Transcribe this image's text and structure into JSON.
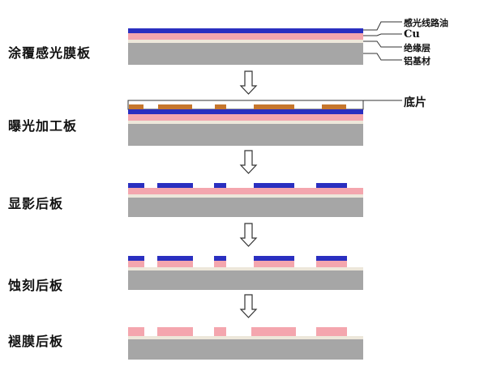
{
  "steps": [
    {
      "label": "涂覆感光膜板"
    },
    {
      "label": "曝光加工板"
    },
    {
      "label": "显影后板"
    },
    {
      "label": "蚀刻后板"
    },
    {
      "label": "褪膜后板"
    }
  ],
  "legend": {
    "photoresist": "感光线路油",
    "copper": "Cu",
    "insulation": "绝缘层",
    "aluminum": "铝基材",
    "film": "底片"
  },
  "colors": {
    "photoresist": "#2a2fc0",
    "copper": "#f4a6ae",
    "insulation": "#ede7da",
    "aluminum": "#a6a6a6",
    "film_mask": "#c6762c",
    "film_border": "#333333",
    "arrow": "#333333"
  }
}
